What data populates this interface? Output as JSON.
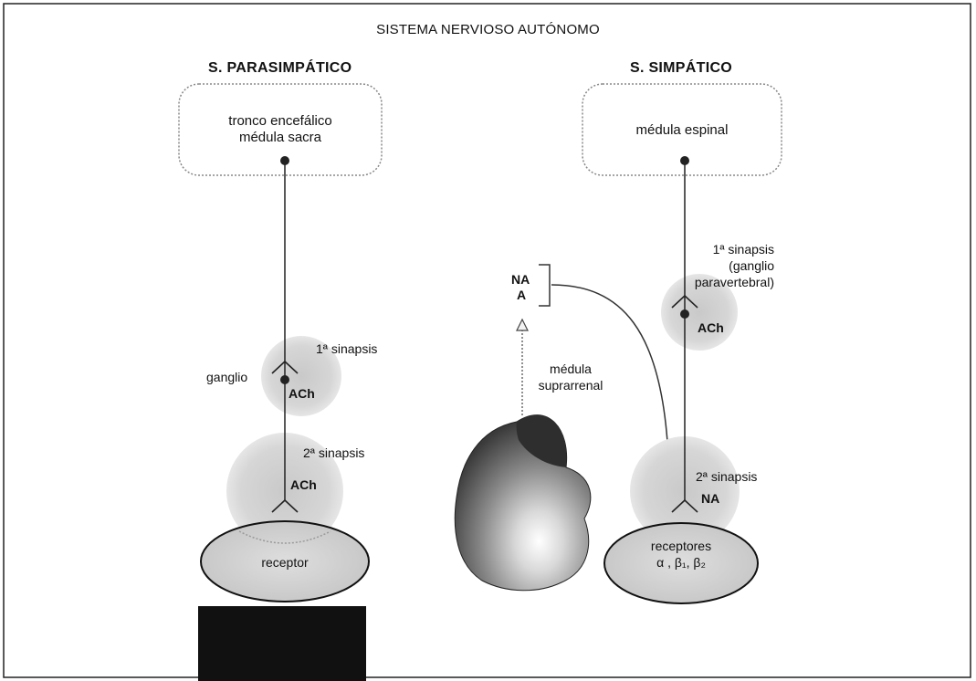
{
  "title": "SISTEMA NERVIOSO AUTÓNOMO",
  "parasympathetic": {
    "header": "S. PARASIMPÁTICO",
    "origin_line1": "tronco encefálico",
    "origin_line2": "médula sacra",
    "synapse1_label": "1ª sinapsis",
    "ganglion_label": "ganglio",
    "ach1": "ACh",
    "synapse2_label": "2ª sinapsis",
    "ach2": "ACh",
    "receptor_label": "receptor"
  },
  "adrenal": {
    "na": "NA",
    "a": "A",
    "label_line1": "médula",
    "label_line2": "suprarrenal"
  },
  "sympathetic": {
    "header": "S. SIMPÁTICO",
    "origin_label": "médula espinal",
    "synapse1_line1": "1ª sinapsis",
    "synapse1_line2": "(ganglio",
    "synapse1_line3": "paravertebral)",
    "ach": "ACh",
    "synapse2_label": "2ª sinapsis",
    "na": "NA",
    "receptor_line1": "receptores",
    "receptor_line2": "α , β₁, β₂"
  }
}
